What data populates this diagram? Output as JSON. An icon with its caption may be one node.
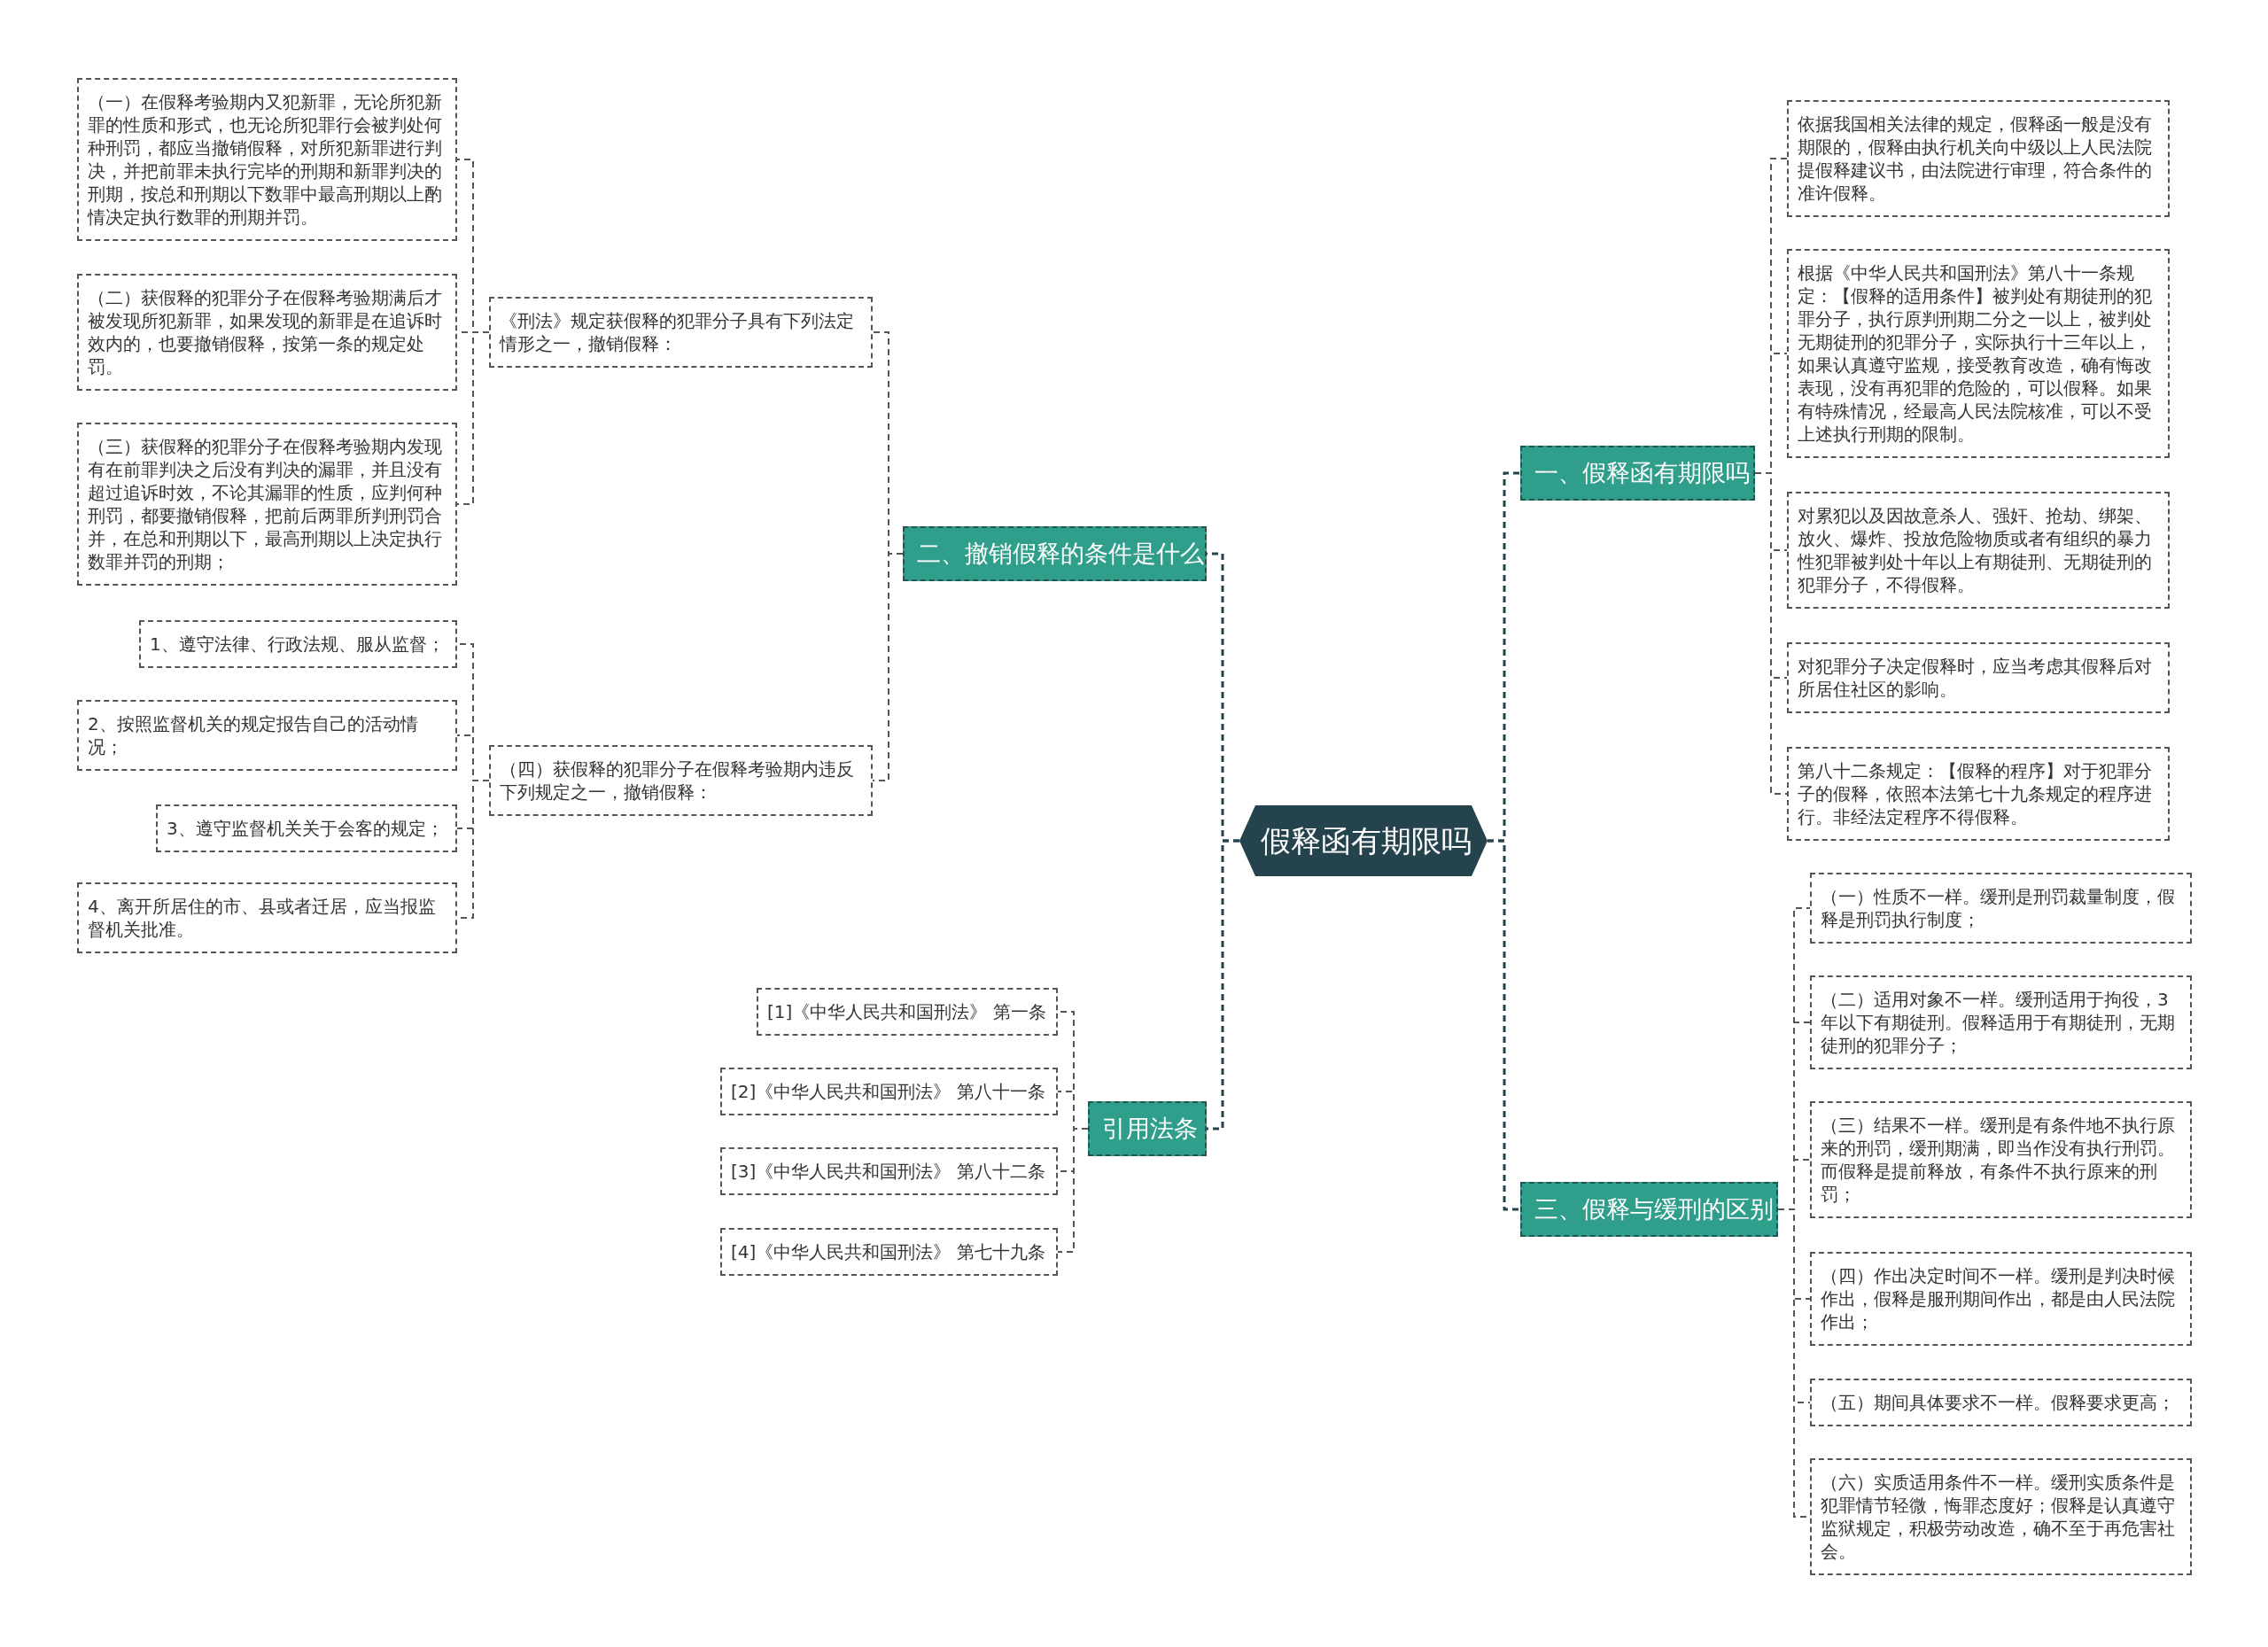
{
  "diagram": {
    "nodes": [
      {
        "text": [
          "假释函有期限吗"
        ]
      },
      {
        "text": [
          "一、假释函有期限吗"
        ]
      },
      {
        "text": [
          "依据我国相关法律的规定，假释函一般是没有期限的，假释由执行机关向中级以上人民法院提假释建议书，由法院进行审理，符合条件的准许假释。"
        ]
      },
      {
        "text": [
          "根据《中华人民共和国刑法》第八十一条规定：【假释的适用条件】被判处有期徒刑的犯罪分子，执行原判刑期二分之一以上，被判处无期徒刑的犯罪分子，实际执行十三年以上，如果认真遵守监规，接受教育改造，确有悔改表现，没有再犯罪的危险的，可以假释。如果有特殊情况，经最高人民法院核准，可以不受上述执行刑期的限制。"
        ]
      },
      {
        "text": [
          "对累犯以及因故意杀人、强奸、抢劫、绑架、放火、爆炸、投放危险物质或者有组织的暴力性犯罪被判处十年以上有期徒刑、无期徒刑的犯罪分子，不得假释。"
        ]
      },
      {
        "text": [
          "对犯罪分子决定假释时，应当考虑其假释后对所居住社区的影响。"
        ]
      },
      {
        "text": [
          "第八十二条规定：【假释的程序】对于犯罪分子的假释，依照本法第七十九条规定的程序进行。非经法定程序不得假释。"
        ]
      },
      {
        "text": [
          "三、假释与缓刑的区别"
        ]
      },
      {
        "text": [
          "（一）性质不一样。缓刑是刑罚裁量制度，假释是刑罚执行制度；"
        ]
      },
      {
        "text": [
          "（二）适用对象不一样。缓刑适用于拘役，3年以下有期徒刑。假释适用于有期徒刑，无期徒刑的犯罪分子；"
        ]
      },
      {
        "text": [
          "（三）结果不一样。缓刑是有条件地不执行原来的刑罚，缓刑期满，即当作没有执行刑罚。而假释是提前释放，有条件不执行原来的刑罚；"
        ]
      },
      {
        "text": [
          "（四）作出决定时间不一样。缓刑是判决时候作出，假释是服刑期间作出，都是由人民法院作出；"
        ]
      },
      {
        "text": [
          "（五）期间具体要求不一样。假释要求更高；"
        ]
      },
      {
        "text": [
          "（六）实质适用条件不一样。缓刑实质条件是犯罪情节轻微，悔罪态度好；假释是认真遵守监狱规定，积极劳动改造，确不至于再危害社会。"
        ]
      },
      {
        "text": [
          "二、撤销假释的条件是什么"
        ]
      },
      {
        "text": [
          "《刑法》规定获假释的犯罪分子具有下列法定情形之一，撤销假释："
        ]
      },
      {
        "text": [
          "（一）在假释考验期内又犯新罪，无论所犯新罪的性质和形式，也无论所犯罪行会被判处何种刑罚，都应当撤销假释，对所犯新罪进行判决，并把前罪未执行完毕的刑期和新罪判决的刑期，按总和刑期以下数罪中最高刑期以上酌情决定执行数罪的刑期并罚。"
        ]
      },
      {
        "text": [
          "（二）获假释的犯罪分子在假释考验期满后才被发现所犯新罪，如果发现的新罪是在追诉时效内的，也要撤销假释，按第一条的规定处罚。"
        ]
      },
      {
        "text": [
          "（三）获假释的犯罪分子在假释考验期内发现有在前罪判决之后没有判决的漏罪，并且没有超过追诉时效，不论其漏罪的性质，应判何种刑罚，都要撤销假释，把前后两罪所判刑罚合并，在总和刑期以下，最高刑期以上决定执行数罪并罚的刑期；"
        ]
      },
      {
        "text": [
          "（四）获假释的犯罪分子在假释考验期内违反下列规定之一，撤销假释："
        ]
      },
      {
        "text": [
          "1、遵守法律、行政法规、服从监督；"
        ]
      },
      {
        "text": [
          "2、按照监督机关的规定报告自己的活动情况；"
        ]
      },
      {
        "text": [
          "3、遵守监督机关关于会客的规定；"
        ]
      },
      {
        "text": [
          "4、离开所居住的市、县或者迁居，应当报监督机关批准。"
        ]
      },
      {
        "text": [
          "引用法条"
        ]
      },
      {
        "text": [
          "[1]《中华人民共和国刑法》 第一条"
        ]
      },
      {
        "text": [
          "[2]《中华人民共和国刑法》 第八十一条"
        ]
      },
      {
        "text": [
          "[3]《中华人民共和国刑法》 第八十二条"
        ]
      },
      {
        "text": [
          "[4]《中华人民共和国刑法》 第七十九条"
        ]
      }
    ],
    "edges": [
      {
        "from": 0,
        "to": 1,
        "arrow": "none"
      },
      {
        "from": 1,
        "to": 2,
        "arrow": "none"
      },
      {
        "from": 1,
        "to": 3,
        "arrow": "none"
      },
      {
        "from": 1,
        "to": 4,
        "arrow": "none"
      },
      {
        "from": 1,
        "to": 5,
        "arrow": "none"
      },
      {
        "from": 1,
        "to": 6,
        "arrow": "none"
      },
      {
        "from": 0,
        "to": 7,
        "arrow": "none"
      },
      {
        "from": 7,
        "to": 8,
        "arrow": "none"
      },
      {
        "from": 7,
        "to": 9,
        "arrow": "none"
      },
      {
        "from": 7,
        "to": 10,
        "arrow": "none"
      },
      {
        "from": 7,
        "to": 11,
        "arrow": "none"
      },
      {
        "from": 7,
        "to": 12,
        "arrow": "none"
      },
      {
        "from": 7,
        "to": 13,
        "arrow": "none"
      },
      {
        "from": 0,
        "to": 14,
        "arrow": "none"
      },
      {
        "from": 14,
        "to": 15,
        "arrow": "none"
      },
      {
        "from": 15,
        "to": 16,
        "arrow": "none"
      },
      {
        "from": 15,
        "to": 17,
        "arrow": "none"
      },
      {
        "from": 15,
        "to": 18,
        "arrow": "none"
      },
      {
        "from": 14,
        "to": 19,
        "arrow": "none"
      },
      {
        "from": 19,
        "to": 20,
        "arrow": "none"
      },
      {
        "from": 19,
        "to": 21,
        "arrow": "none"
      },
      {
        "from": 19,
        "to": 22,
        "arrow": "none"
      },
      {
        "from": 19,
        "to": 23,
        "arrow": "none"
      },
      {
        "from": 0,
        "to": 24,
        "arrow": "none"
      },
      {
        "from": 24,
        "to": 25,
        "arrow": "none"
      },
      {
        "from": 24,
        "to": 26,
        "arrow": "none"
      },
      {
        "from": 24,
        "to": 27,
        "arrow": "none"
      },
      {
        "from": 24,
        "to": 28,
        "arrow": "none"
      }
    ]
  }
}
